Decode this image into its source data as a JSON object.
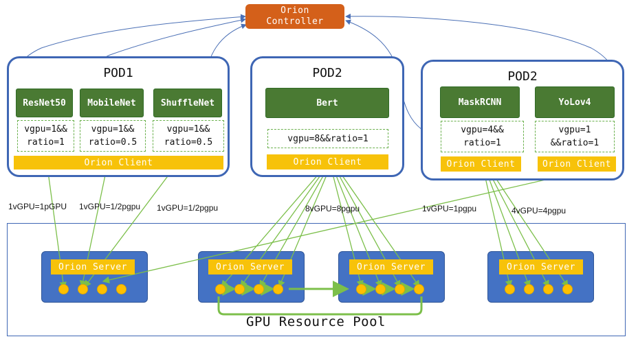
{
  "controller": {
    "line1": "Orion",
    "line2": "Controller"
  },
  "pods": [
    {
      "title": "POD1",
      "models": [
        "ResNet50",
        "MobileNet",
        "ShuffleNet"
      ],
      "configs": [
        "vgpu=1&&\nratio=1",
        "vgpu=1&&\nratio=0.5",
        "vgpu=1&&\nratio=0.5"
      ],
      "client": "Orion Client"
    },
    {
      "title": "POD2",
      "models": [
        "Bert"
      ],
      "configs": [
        "vgpu=8&&ratio=1"
      ],
      "client": "Orion Client"
    },
    {
      "title": "POD2",
      "models": [
        "MaskRCNN",
        "YoLov4"
      ],
      "configs": [
        "vgpu=4&&\nratio=1",
        "vgpu=1\n&&ratio=1"
      ],
      "clients": [
        "Orion Client",
        "Orion Client"
      ]
    }
  ],
  "mappings": [
    "1vGPU=1pGPU",
    "1vGPU=1/2pgpu",
    "1vGPU=1/2pgpu",
    "8vGPU=8pgpu",
    "1vGPU=1pgpu",
    "4vGPU=4pgpu"
  ],
  "servers": [
    "Orion Server",
    "Orion Server",
    "Orion Server",
    "Orion Server"
  ],
  "pool_label": "GPU Resource Pool",
  "colors": {
    "controller": "#d4601a",
    "pod_border": "#3e66b4",
    "model": "#4a7a33",
    "client": "#f7c20a",
    "server": "#4472c4",
    "gpu": "#ffc000",
    "edge_green": "#7cbf4a",
    "edge_blue": "#4a6fb5"
  }
}
